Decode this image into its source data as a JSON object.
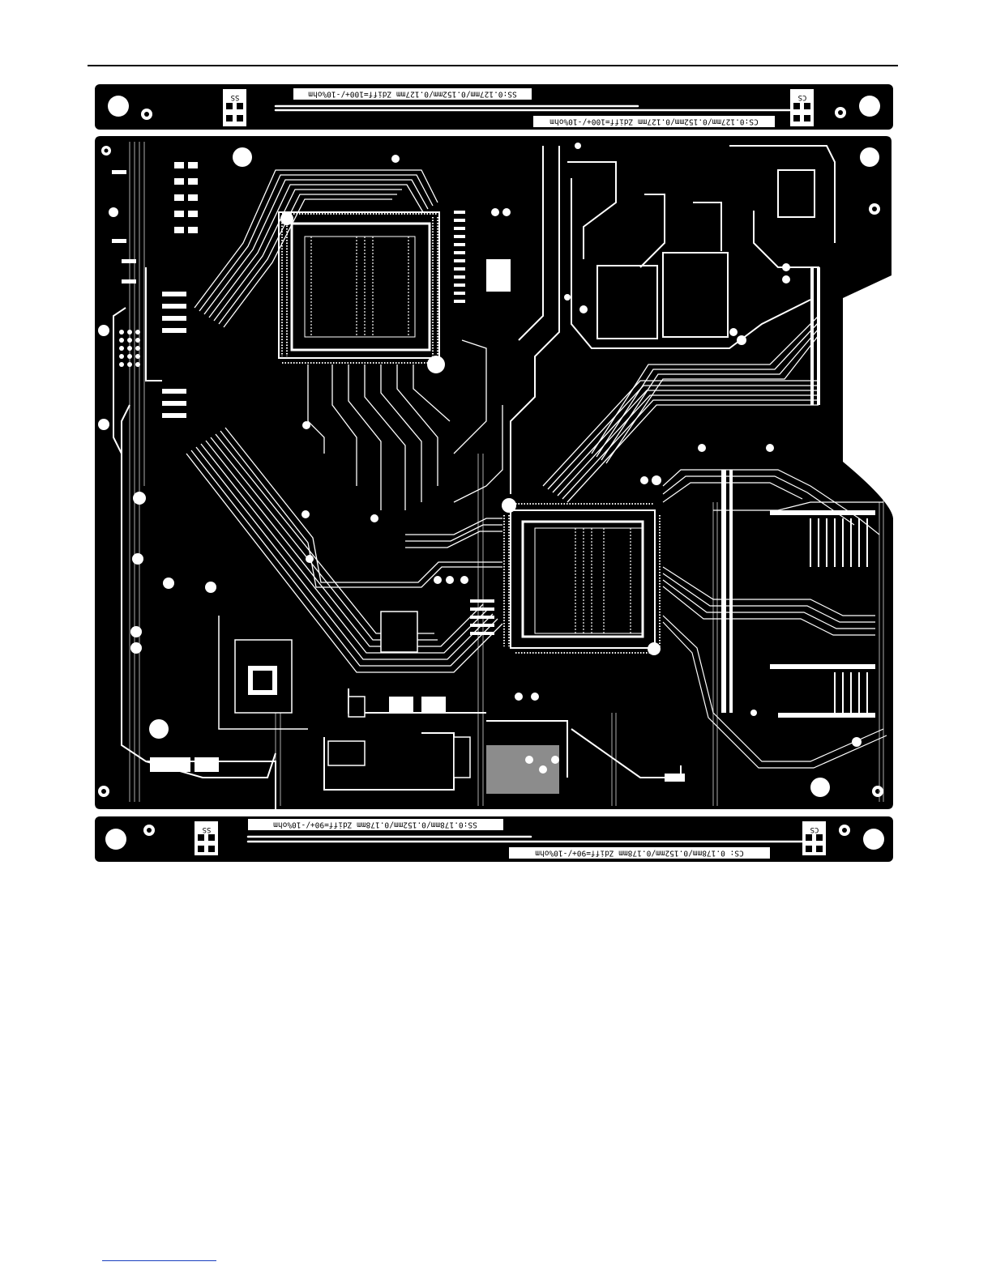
{
  "page": {
    "background": "#ffffff",
    "ink": "#000000",
    "footer_line_color": "#1a3fbf"
  },
  "coupon_top": {
    "ss_tag": "SS",
    "cs_tag": "CS",
    "ss_spec": "SS:0.127mm/0.152mm/0.127mm  Zdiff=100+/-10%ohm",
    "cs_spec": "CS:0.127mm/0.152mm/0.127mm  Zdiff=100+/-10%ohm"
  },
  "coupon_bottom": {
    "ss_tag": "SS",
    "cs_tag": "CS",
    "ss_spec": "SS:0.178mm/0.152mm/0.178mm  Zdiff=90+/-10%ohm",
    "cs_spec": "CS: 0.178mm/0.152mm/0.178mm  Zdiff=90+/-10%ohm"
  },
  "icons": {
    "mounting_hole": "mounting-hole-icon",
    "via": "via-icon",
    "bga": "bga-package-icon"
  }
}
